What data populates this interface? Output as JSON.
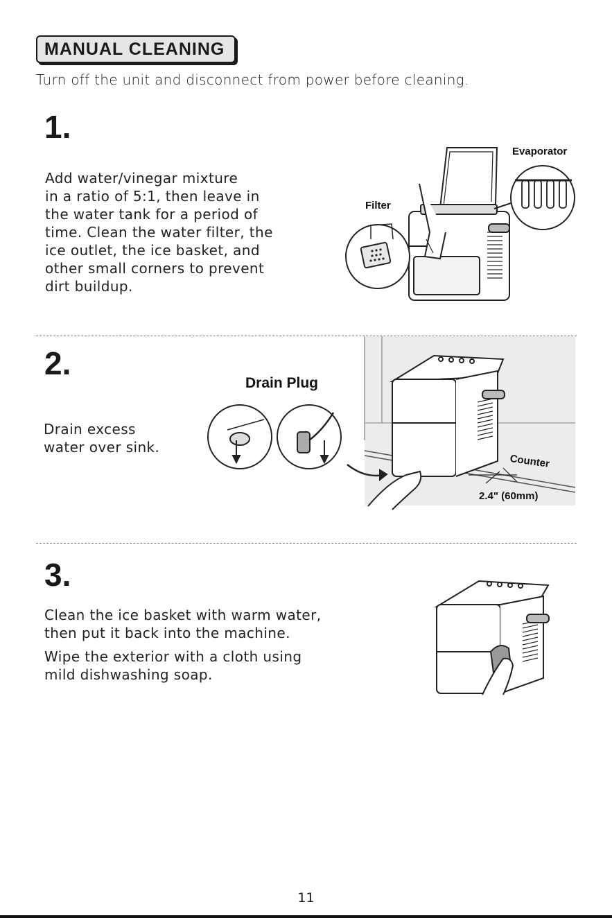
{
  "header": {
    "title": "MANUAL CLEANING",
    "intro": "Turn off the unit and disconnect from power before cleaning."
  },
  "steps": [
    {
      "number": "1.",
      "lines": [
        "Add water/vinegar mixture",
        "in a ratio of 5:1, then leave in",
        "the water tank for a period of",
        "time. Clean the water filter, the",
        "ice outlet, the ice basket, and",
        "other small corners to prevent",
        "dirt buildup."
      ],
      "labels": {
        "filter": "Filter",
        "evaporator": "Evaporator"
      }
    },
    {
      "number": "2.",
      "lines": [
        "Drain excess",
        "water over sink."
      ],
      "labels": {
        "drain_plug": "Drain Plug",
        "counter": "Counter",
        "distance": "2.4\" (60mm)"
      }
    },
    {
      "number": "3.",
      "lines": [
        "Clean the ice basket with warm water,",
        "then put it back into the machine."
      ],
      "lines2": [
        "Wipe the exterior with a cloth using",
        "mild dishwashing soap."
      ]
    }
  ],
  "footer": {
    "page_number": "11"
  }
}
